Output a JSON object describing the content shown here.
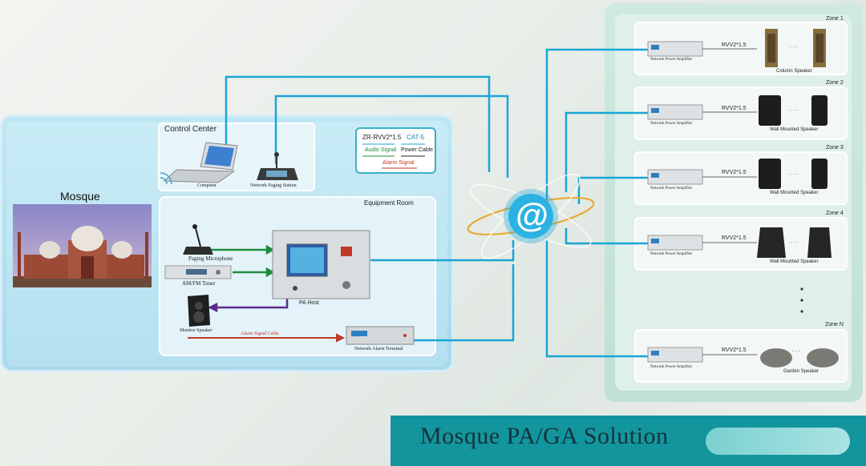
{
  "control_center": {
    "title": "Control Center",
    "computer": "Computer",
    "paging_station": "Network Paging Station"
  },
  "mosque": {
    "label": "Mosque"
  },
  "legend": {
    "line1_left": "ZR-RVV2*1.5",
    "line1_right": "CAT-5",
    "audio_signal": "Audio Signal",
    "power_cable": "Power Cable",
    "alarm_signal": "Alarm Signal"
  },
  "equipment_room": {
    "title": "Equipment Room",
    "paging_microphone": "Paging Microphone",
    "tuner": "AM/FM Tuner",
    "pa_host": "PA Host",
    "monitor_speaker": "Monitor Speaker",
    "alarm_cable": "Alarm Signal Cable",
    "alarm_terminal": "Network Alarm Terminal"
  },
  "zones": [
    {
      "name": "Zone 1",
      "amplifier": "Network Power Amplifier",
      "cable": "RVV2*1.5",
      "speaker": "Column Speaker",
      "dots": ". . ."
    },
    {
      "name": "Zone 2",
      "amplifier": "Network Power Amplifier",
      "cable": "RVV2*1.5",
      "speaker": "Wall Mounted Speaker",
      "dots": ". . ."
    },
    {
      "name": "Zone 3",
      "amplifier": "Network Power Amplifier",
      "cable": "RVV2*1.5",
      "speaker": "Wall Mounted Speaker",
      "dots": ". . ."
    },
    {
      "name": "Zone 4",
      "amplifier": "Network Power Amplifier",
      "cable": "RVV2*1.5",
      "speaker": "Wall Mounted Speaker",
      "dots": ". . ."
    },
    {
      "name": "Zone N",
      "amplifier": "Network Power Amplifier",
      "cable": "RVV2*1.5",
      "speaker": "Garden Speaker",
      "dots": ". . ."
    }
  ],
  "network_symbol": "@",
  "footer": {
    "title": "Mosque PA/GA Solution"
  },
  "colors": {
    "network": "#1aa5d6",
    "audio": "#1e8c3a",
    "power": "#5a2a8a",
    "alarm": "#c0392b",
    "title_bar": "#13959e"
  }
}
